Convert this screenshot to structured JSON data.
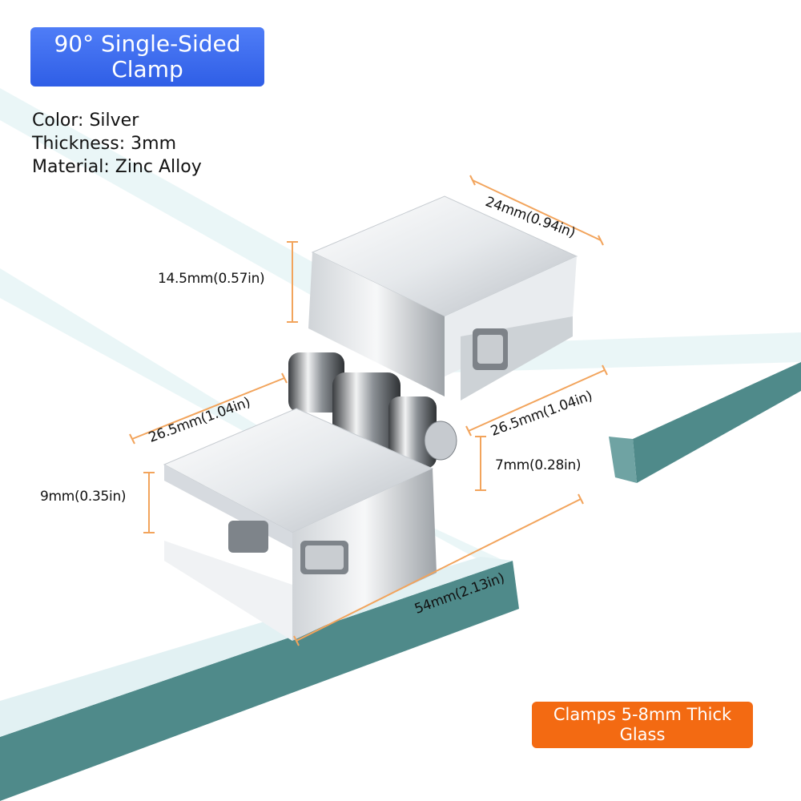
{
  "title_badge": {
    "text": "90° Single-Sided Clamp",
    "color": "#3f6ff2"
  },
  "specs": {
    "color": "Color: Silver",
    "thickness": "Thickness: 3mm",
    "material": "Material: Zinc Alloy"
  },
  "dimensions": {
    "top_width": "24mm(0.94in)",
    "top_height": "14.5mm(0.57in)",
    "left_depth": "26.5mm(1.04in)",
    "right_depth": "26.5mm(1.04in)",
    "gap": "7mm(0.28in)",
    "bottom_height": "9mm(0.35in)",
    "total_length": "54mm(2.13in)"
  },
  "cta_badge": {
    "text": "Clamps 5-8mm Thick Glass",
    "color": "#f36a12"
  },
  "colors": {
    "glass_edge": "#4f8a8a",
    "glass_face": "#cfe7ec",
    "dimension_line": "#f2a45c",
    "metal_light": "#f4f6f8",
    "metal_dark": "#8c9196"
  }
}
